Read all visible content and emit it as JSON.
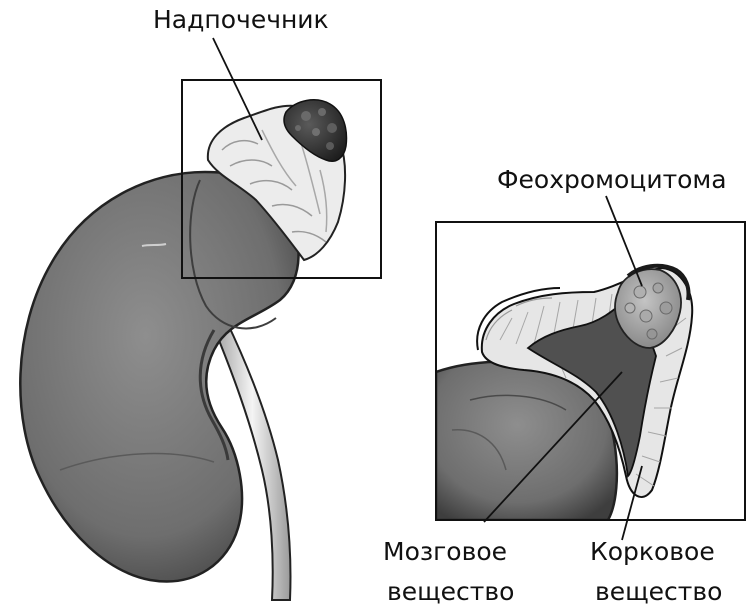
{
  "labels": {
    "adrenal_gland": "Надпочечник",
    "pheochromocytoma": "Феохромоцитома",
    "medulla_line1": "Мозговое",
    "medulla_line2": "вещество",
    "cortex_line1": "Корковое",
    "cortex_line2": "вещество"
  },
  "colors": {
    "kidney": "#7a7a7a",
    "kidney_dark": "#4a4a4a",
    "adrenal": "#ececec",
    "tumor": "#3a3a3a",
    "tumor_light": "#9a9a9a",
    "medulla": "#505050",
    "cortex": "#e4e4e4",
    "outline": "#111111"
  }
}
